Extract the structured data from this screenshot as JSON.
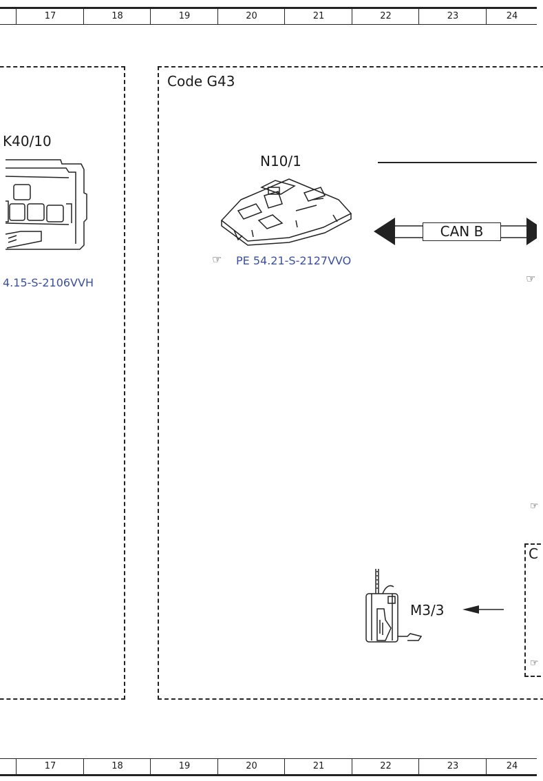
{
  "ruler": {
    "columns": [
      "",
      "17",
      "18",
      "19",
      "20",
      "21",
      "22",
      "23",
      "24"
    ]
  },
  "left_panel": {
    "component": "K40/10",
    "ref": "4.15-S-2106VVH"
  },
  "main_panel": {
    "title": "Code G43",
    "module": {
      "label": "N10/1",
      "ref": "PE 54.21-S-2127VVO"
    },
    "bus": {
      "label": "CAN B"
    },
    "motor": {
      "label": "M3/3"
    },
    "partial_box_letter": "C"
  }
}
